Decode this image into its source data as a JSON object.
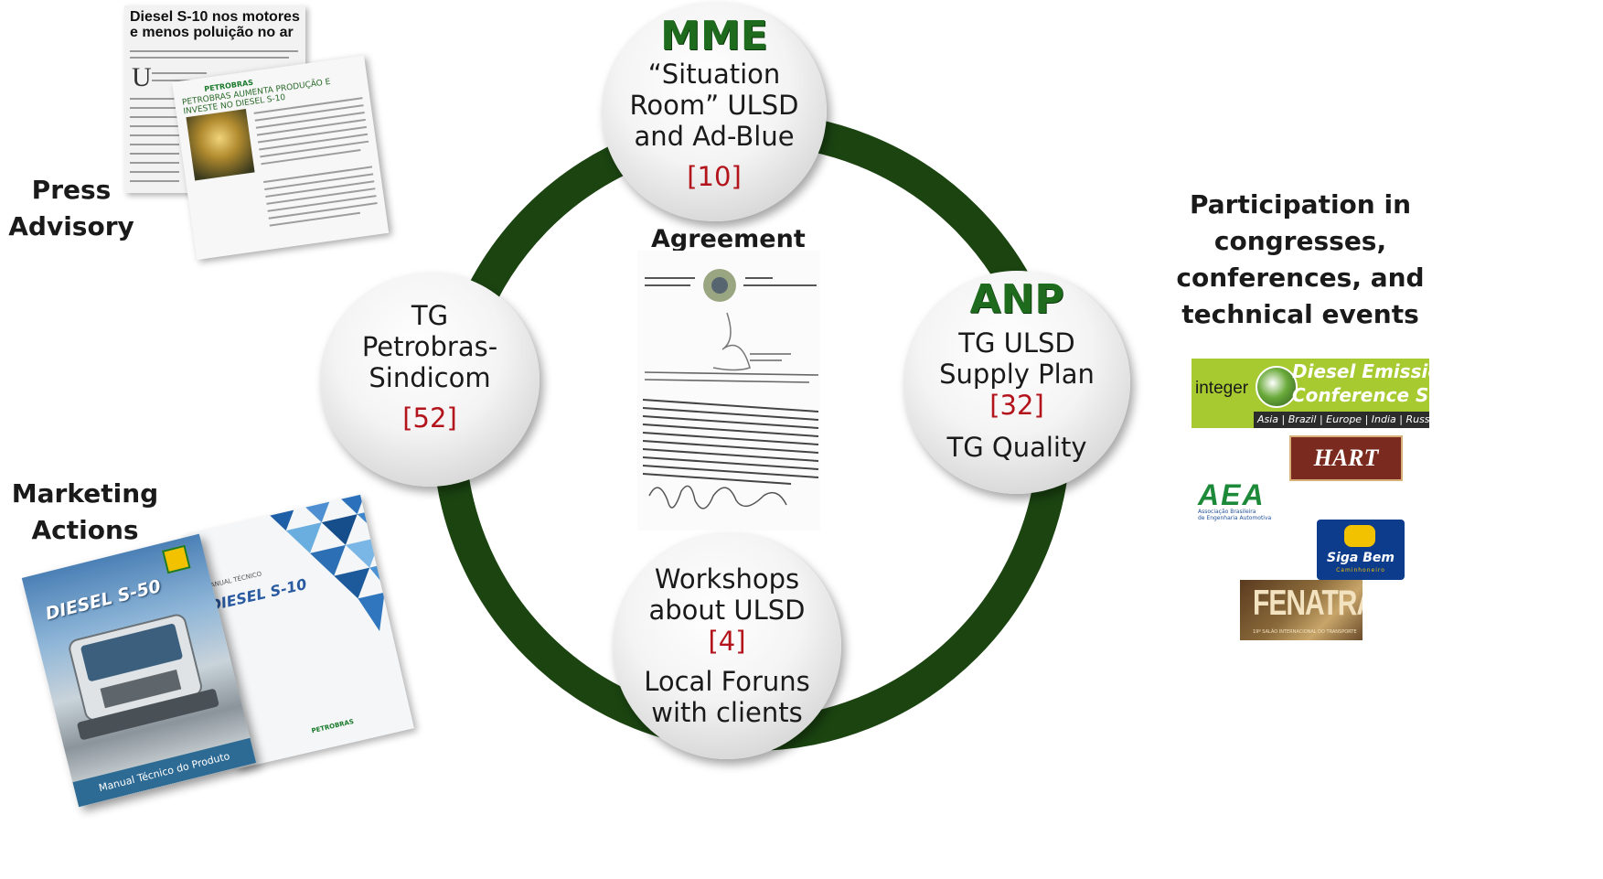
{
  "nodes": {
    "top": {
      "header": "MME",
      "lines": [
        "“Situation",
        "Room” ULSD",
        "and Ad-Blue"
      ],
      "count": "[10]"
    },
    "left": {
      "lines": [
        "TG",
        "Petrobras-",
        "Sindicom"
      ],
      "count": "[52]"
    },
    "right": {
      "header": "ANP",
      "lines": [
        "TG ULSD",
        "Supply Plan"
      ],
      "count": "[32]",
      "extra": "TG Quality"
    },
    "bottom": {
      "lines": [
        "Workshops",
        "about ULSD"
      ],
      "count": "[4]",
      "extra_lines": [
        "Local Foruns",
        "with clients"
      ]
    }
  },
  "center": {
    "label": "Agreement"
  },
  "side_labels": {
    "press": [
      "Press",
      "Advisory"
    ],
    "marketing": [
      "Marketing",
      "Actions"
    ],
    "participation": [
      "Participation in",
      "congresses,",
      "conferences,  and",
      "technical events"
    ]
  },
  "press_clip": {
    "headline": "Diesel S-10 nos motores e menos poluição no ar",
    "second_headline": "PETROBRAS AUMENTA PRODUÇÃO E INVESTE NO DIESEL S-10",
    "brand": "PETROBRAS"
  },
  "marketing": {
    "manual_s50_title": "DIESEL S-50",
    "manual_s50_footer": "Manual Técnico do Produto",
    "manual_s10_header": "MANUAL TÉCNICO",
    "manual_s10_title": "DIESEL S-10",
    "brand": "PETROBRAS"
  },
  "logos": {
    "integer": {
      "name": "integer",
      "title1": "Diesel Emissions",
      "title2": "Conference Series",
      "regions": "Asia | Brazil | Europe | India | Russia | USA"
    },
    "hart": "HART",
    "aea": {
      "mark": "AEA",
      "caption1": "Associação Brasileira",
      "caption2": "de Engenharia Automotiva"
    },
    "sigabem": {
      "name": "Siga Bem",
      "sub": "Caminhoneiro"
    },
    "fenatran": {
      "name": "FENATRAN",
      "sub": "19º SALÃO INTERNACIONAL DO TRANSPORTE"
    }
  },
  "colors": {
    "ring": "#1b4411",
    "header_green": "#1e6b1e",
    "count_red": "#b3141b"
  }
}
